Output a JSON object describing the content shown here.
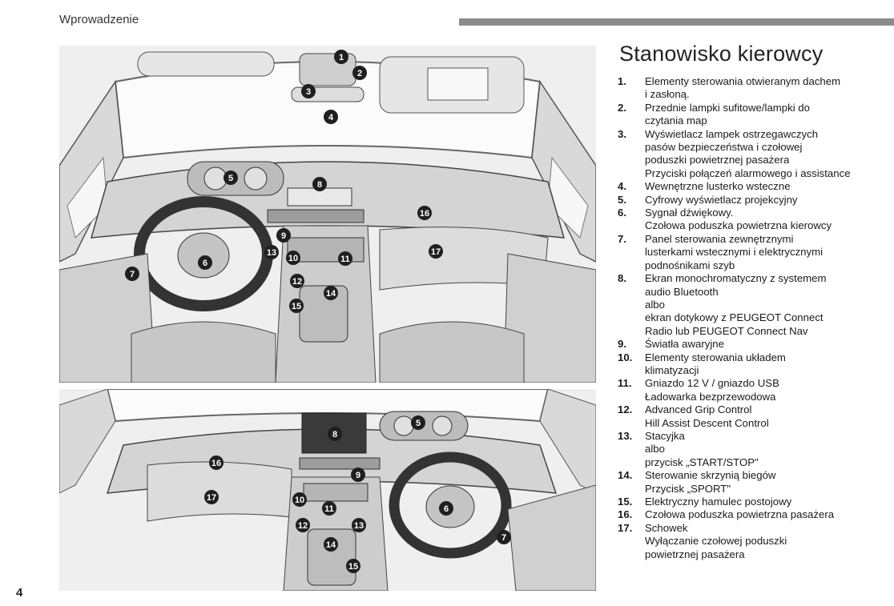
{
  "header": {
    "section": "Wprowadzenie",
    "page_number": "4"
  },
  "title": "Stanowisko kierowcy",
  "legend": [
    {
      "num": "1.",
      "lines": [
        "Elementy sterowania otwieranym dachem",
        "i zasłoną."
      ]
    },
    {
      "num": "2.",
      "lines": [
        "Przednie lampki sufitowe/lampki do",
        "czytania map"
      ]
    },
    {
      "num": "3.",
      "lines": [
        "Wyświetlacz lampek ostrzegawczych",
        "pasów bezpieczeństwa i czołowej",
        "poduszki powietrznej pasażera",
        "Przyciski połączeń alarmowego i assistance"
      ]
    },
    {
      "num": "4.",
      "lines": [
        "Wewnętrzne lusterko wsteczne"
      ]
    },
    {
      "num": "5.",
      "lines": [
        "Cyfrowy wyświetlacz projekcyjny"
      ]
    },
    {
      "num": "6.",
      "lines": [
        "Sygnał dźwiękowy.",
        "Czołowa poduszka powietrzna kierowcy"
      ]
    },
    {
      "num": "7.",
      "lines": [
        "Panel sterowania zewnętrznymi",
        "lusterkami wstecznymi i elektrycznymi",
        "podnośnikami szyb"
      ]
    },
    {
      "num": "8.",
      "lines": [
        "Ekran monochromatyczny z systemem",
        "audio Bluetooth",
        "albo",
        "ekran dotykowy z PEUGEOT Connect",
        "Radio lub PEUGEOT Connect Nav"
      ]
    },
    {
      "num": "9.",
      "lines": [
        "Światła awaryjne"
      ]
    },
    {
      "num": "10.",
      "lines": [
        "Elementy sterowania układem",
        "klimatyzacji"
      ]
    },
    {
      "num": "11.",
      "lines": [
        "Gniazdo 12 V / gniazdo USB",
        "Ładowarka bezprzewodowa"
      ]
    },
    {
      "num": "12.",
      "lines": [
        "Advanced Grip Control",
        "Hill Assist Descent Control"
      ]
    },
    {
      "num": "13.",
      "lines": [
        "Stacyjka",
        "albo",
        "przycisk „START/STOP\""
      ]
    },
    {
      "num": "14.",
      "lines": [
        "Sterowanie skrzynią biegów",
        "Przycisk „SPORT\""
      ]
    },
    {
      "num": "15.",
      "lines": [
        "Elektryczny hamulec postojowy"
      ]
    },
    {
      "num": "16.",
      "lines": [
        "Czołowa poduszka powietrzna pasażera"
      ]
    },
    {
      "num": "17.",
      "lines": [
        "Schowek",
        "Wyłączanie czołowej poduszki",
        "powietrznej pasażera"
      ]
    }
  ],
  "illustrations": {
    "top": {
      "callouts": [
        {
          "label": "1"
        },
        {
          "label": "2"
        },
        {
          "label": "3"
        },
        {
          "label": "4"
        },
        {
          "label": "5"
        },
        {
          "label": "6"
        },
        {
          "label": "7"
        },
        {
          "label": "8"
        },
        {
          "label": "9"
        },
        {
          "label": "10"
        },
        {
          "label": "11"
        },
        {
          "label": "12"
        },
        {
          "label": "13"
        },
        {
          "label": "14"
        },
        {
          "label": "15"
        },
        {
          "label": "16"
        },
        {
          "label": "17"
        }
      ]
    },
    "bottom": {
      "callouts": [
        {
          "label": "5"
        },
        {
          "label": "6"
        },
        {
          "label": "7"
        },
        {
          "label": "8"
        },
        {
          "label": "9"
        },
        {
          "label": "10"
        },
        {
          "label": "11"
        },
        {
          "label": "12"
        },
        {
          "label": "13"
        },
        {
          "label": "14"
        },
        {
          "label": "15"
        },
        {
          "label": "16"
        },
        {
          "label": "17"
        }
      ]
    }
  },
  "colors": {
    "callout_fill": "#1f1f1f",
    "header_bar": "#8c8c8c",
    "illustration_bg": "#f2f2f2"
  }
}
